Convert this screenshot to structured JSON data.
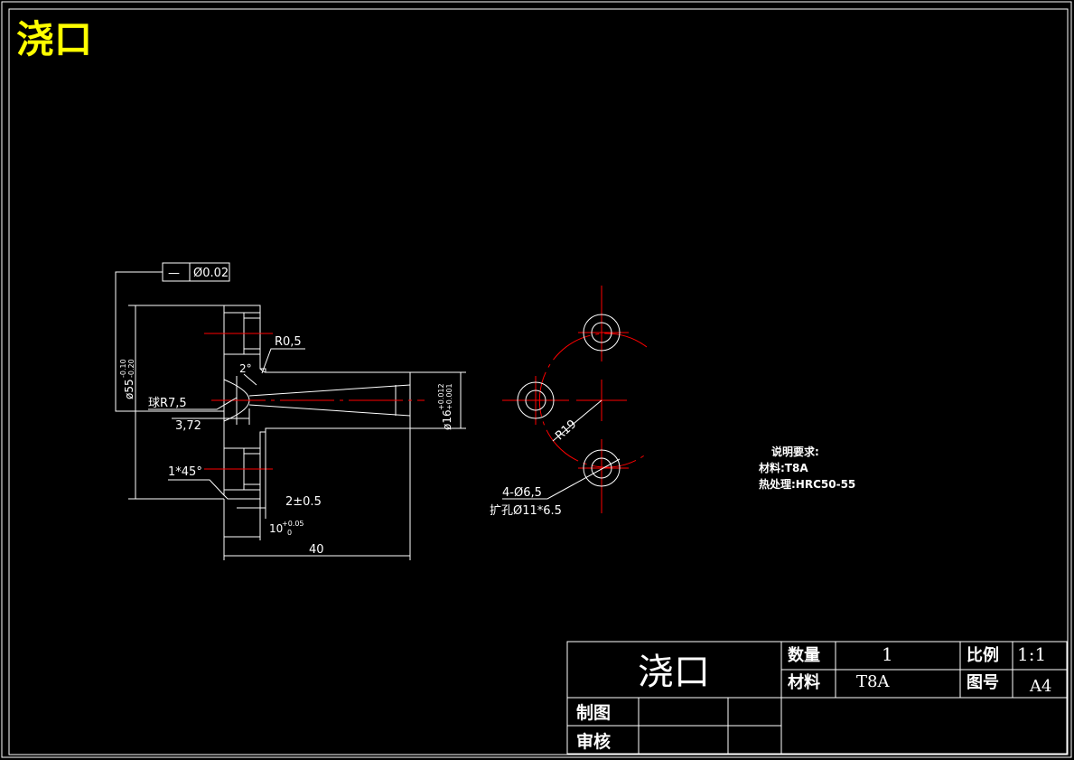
{
  "title": "浇口",
  "colors": {
    "background": "#000000",
    "line": "#ffffff",
    "center_line": "#ff0000",
    "title_text": "#ffff00"
  },
  "side_view": {
    "flatness": {
      "symbol": "—",
      "value": "Ø0.02"
    },
    "flange_dia": {
      "nominal": "ø55",
      "upper": "-0.10",
      "lower": "-0.20"
    },
    "shaft_dia": {
      "nominal": "ø16",
      "upper": "+0.012",
      "lower": "+0.001"
    },
    "fillet": "R0,5",
    "taper": "2°",
    "sphere": "球R7,5",
    "depth": "3,72",
    "chamfer": "1*45°",
    "groove": "2±0.5",
    "flange_thk": {
      "nominal": "10",
      "upper": "+0.05",
      "lower": "0"
    },
    "length": "40"
  },
  "front_view": {
    "radius": "R19",
    "holes": "4-Ø6,5",
    "counterbore": "扩孔Ø11*6.5"
  },
  "notes": {
    "heading": "说明要求:",
    "material": "材料:T8A",
    "heat": "热处理:HRC50-55"
  },
  "title_block": {
    "part_name": "浇口",
    "qty_label": "数量",
    "qty": "1",
    "scale_label": "比例",
    "scale": "1:1",
    "material_label": "材料",
    "material": "T8A",
    "drawing_no_label": "图号",
    "drawing_no": "A4",
    "drawn_label": "制图",
    "checked_label": "审核"
  }
}
